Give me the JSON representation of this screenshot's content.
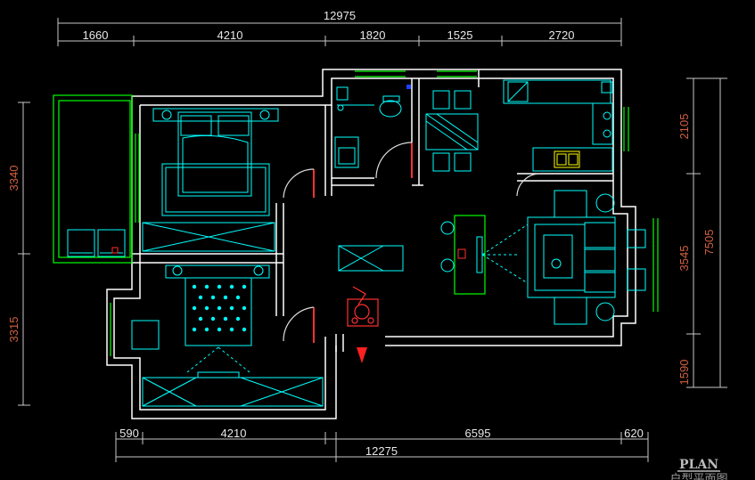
{
  "colors": {
    "background": "#000000",
    "wall": "#ffffff",
    "furniture": "#00ffff",
    "window": "#00ff00",
    "door": "#ff3030",
    "dimension_text_h": "#e8e8e8",
    "dimension_text_v": "#d06040"
  },
  "dimensions_top": {
    "overall": "12975",
    "segments": [
      "1660",
      "4210",
      "1820",
      "1525",
      "2720"
    ]
  },
  "dimensions_bottom": {
    "overall": "12275",
    "segments": [
      "590",
      "4210",
      "6595",
      "620"
    ]
  },
  "dimensions_left": [
    "3340",
    "3315"
  ],
  "dimensions_right": {
    "overall": "7505",
    "segments": [
      "2105",
      "3545",
      "1590"
    ]
  },
  "footer": {
    "plan_label": "PLAN",
    "subtitle": "户型平面图"
  },
  "icons": [
    "bed-icon",
    "sofa-icon",
    "dining-table-icon",
    "toilet-icon",
    "sink-icon",
    "stove-icon",
    "washing-machine-icon",
    "desk-chair-icon",
    "tv-icon",
    "entry-arrow-icon"
  ]
}
